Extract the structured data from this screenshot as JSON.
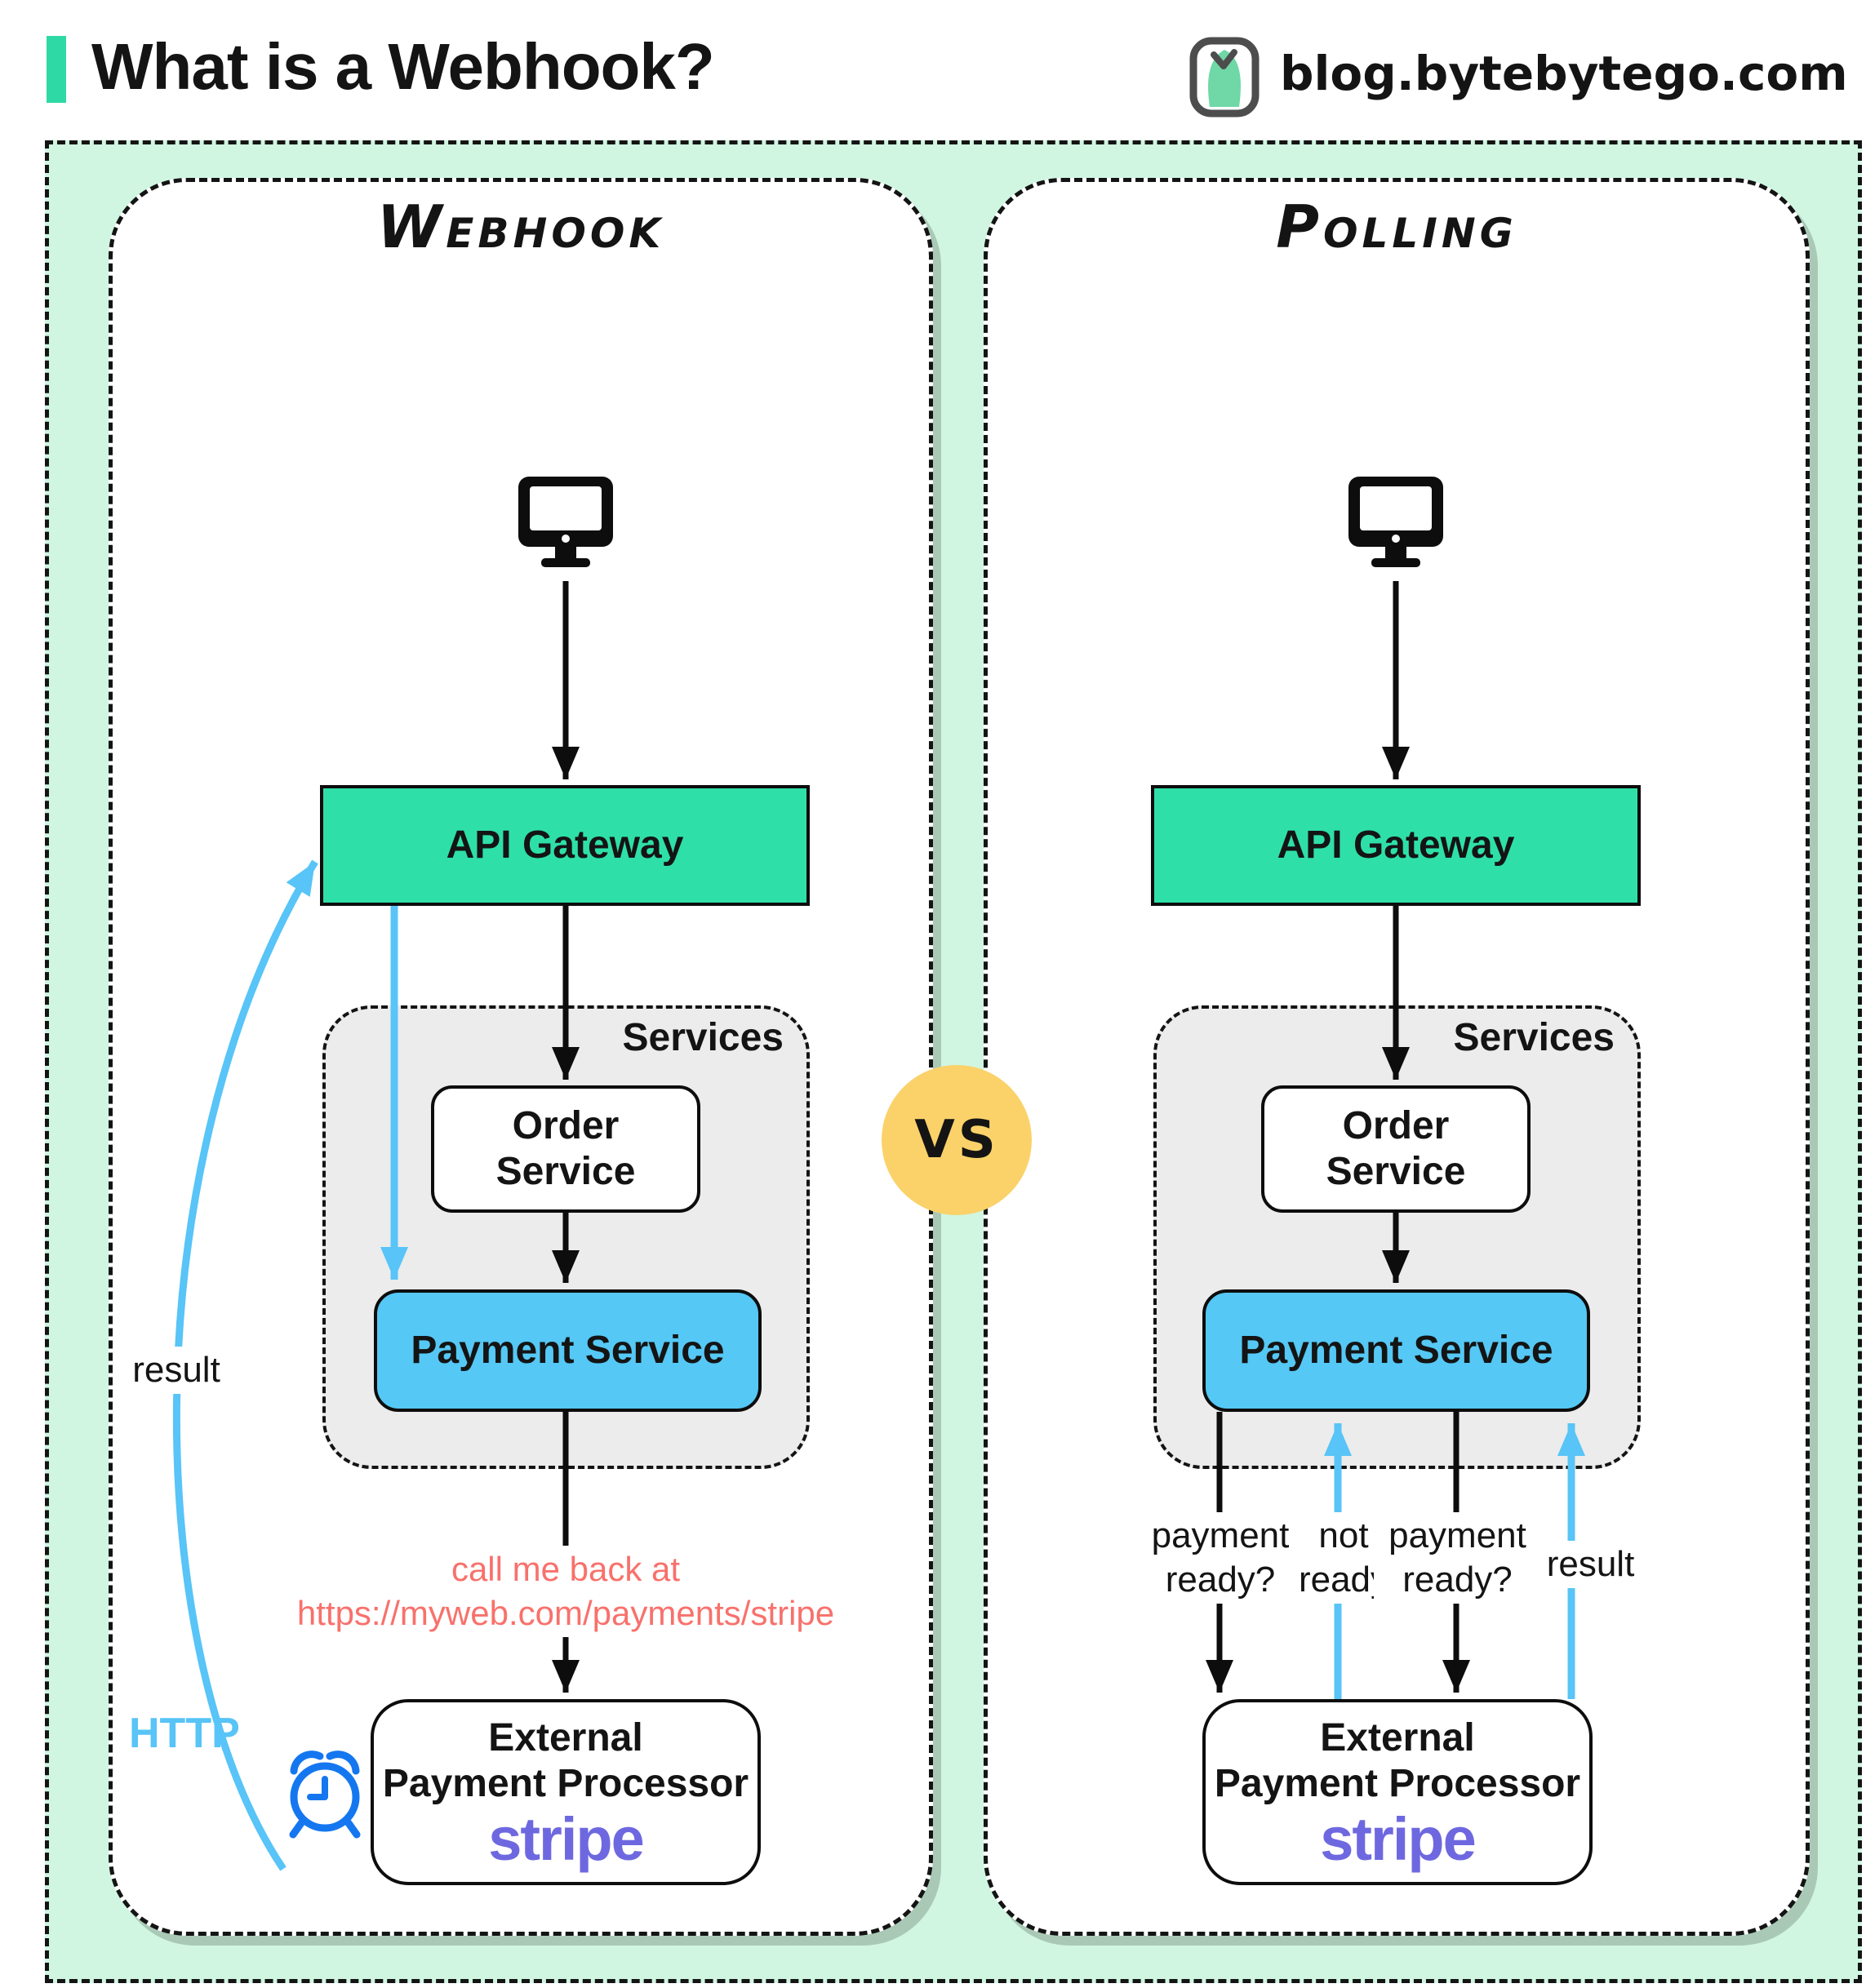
{
  "header": {
    "title": "What is a Webhook?",
    "brand": "blog.bytebytego.com"
  },
  "vs_label": "VS",
  "icons": {
    "brand": "bytebytego-logo-icon",
    "client": "desktop-monitor-icon",
    "timer": "alarm-clock-icon"
  },
  "colors": {
    "accent-teal": "#2fd9a5",
    "mint-bg": "#d0f6e2",
    "gateway-green": "#2ee0a8",
    "payment-blue": "#55c8f5",
    "arrow-blue": "#58c4f7",
    "clock-blue": "#1577f0",
    "callback-red": "#f8716c",
    "stripe-purple": "#6e68e0",
    "vs-yellow": "#fad269",
    "services-gray": "#ececec",
    "panel-shadow": "#a9c9b6"
  },
  "webhook": {
    "title": "Webhook",
    "api_gateway": "API Gateway",
    "services": "Services",
    "order_service": "Order Service",
    "payment_service": "Payment Service",
    "external": {
      "line1": "External",
      "line2": "Payment Processor",
      "logo": "stripe"
    },
    "callback_line1": "call me back at",
    "callback_line2": "https://myweb.com/payments/stripe",
    "result_label": "result",
    "http_label": "HTTP"
  },
  "polling": {
    "title": "Polling",
    "api_gateway": "API Gateway",
    "services": "Services",
    "order_service": "Order Service",
    "payment_service": "Payment Service",
    "external": {
      "line1": "External",
      "line2": "Payment Processor",
      "logo": "stripe"
    },
    "labels": {
      "query1": "payment ready?",
      "not_ready": "not ready",
      "query2": "payment ready?",
      "result": "result"
    }
  }
}
